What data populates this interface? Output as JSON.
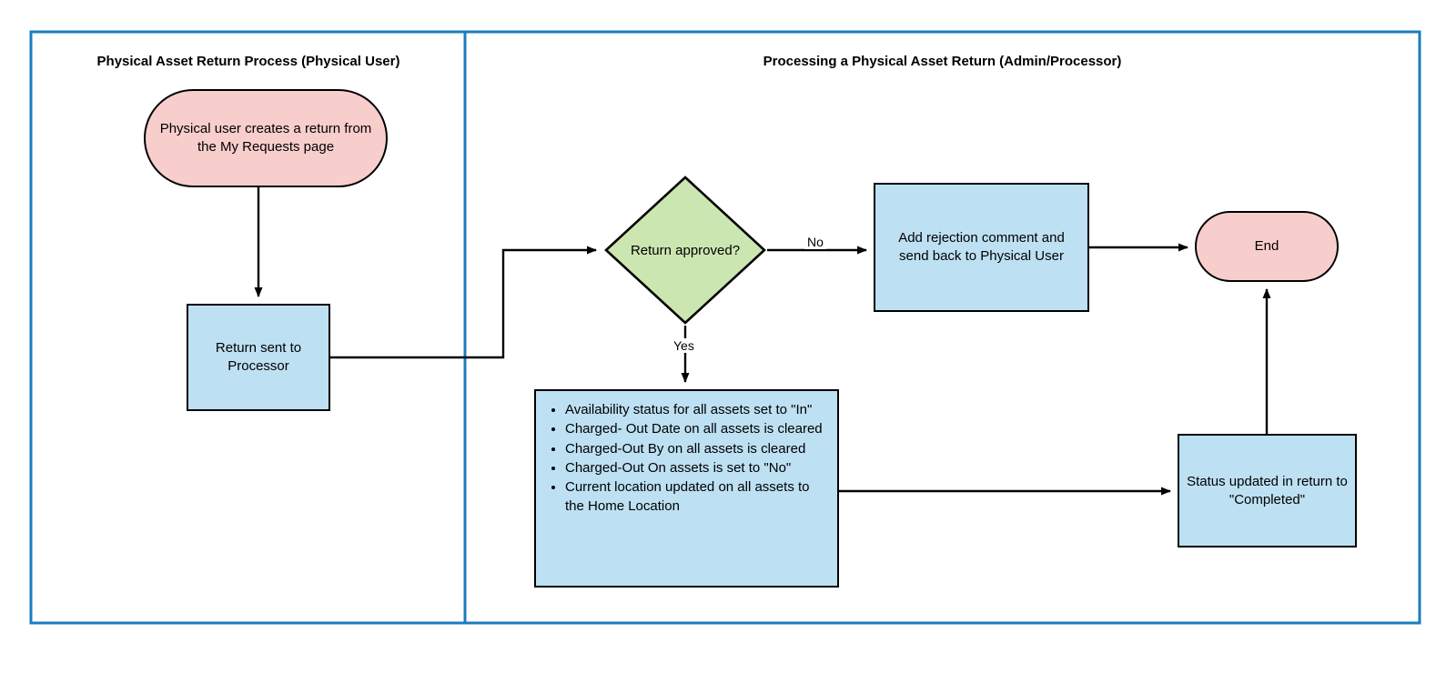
{
  "diagram": {
    "type": "flowchart",
    "title": "Physical Asset Return Process",
    "frame_color": "#1a7cc0",
    "palette": {
      "terminator_fill": "#f8cecc",
      "process_fill": "#bde0f3",
      "decision_fill": "#cbe6b0",
      "stroke": "#000000"
    },
    "lanes": [
      {
        "id": "lane-left",
        "title": "Physical Asset Return Process (Physical User)"
      },
      {
        "id": "lane-right",
        "title": "Processing a Physical Asset Return (Admin/Processor)"
      }
    ],
    "nodes": {
      "start": {
        "shape": "terminator",
        "fill": "#f8cecc",
        "text": "Physical user creates a return from the My Requests page"
      },
      "return_sent": {
        "shape": "process",
        "fill": "#bde0f3",
        "text": "Return sent to Processor"
      },
      "decision": {
        "shape": "decision",
        "fill": "#cbe6b0",
        "text": "Return approved?"
      },
      "rejection": {
        "shape": "process",
        "fill": "#bde0f3",
        "text": "Add rejection comment and send back to Physical User"
      },
      "end": {
        "shape": "terminator",
        "fill": "#f8cecc",
        "text": "End"
      },
      "actions": {
        "shape": "process",
        "fill": "#bde0f3",
        "bullets": [
          "Availability status for all assets set to \"In\"",
          "Charged- Out Date on all assets is cleared",
          "Charged-Out By on all assets is cleared",
          "Charged-Out On assets  is set to \"No\"",
          "Current location updated on all assets to the Home Location"
        ]
      },
      "status_updated": {
        "shape": "process",
        "fill": "#bde0f3",
        "text": "Status updated in return to \"Completed\""
      }
    },
    "edge_labels": {
      "no": "No",
      "yes": "Yes"
    },
    "edges": [
      {
        "from": "start",
        "to": "return_sent",
        "label": ""
      },
      {
        "from": "return_sent",
        "to": "decision",
        "label": ""
      },
      {
        "from": "decision",
        "to": "rejection",
        "label": "No"
      },
      {
        "from": "decision",
        "to": "actions",
        "label": "Yes"
      },
      {
        "from": "rejection",
        "to": "end",
        "label": ""
      },
      {
        "from": "actions",
        "to": "status_updated",
        "label": ""
      },
      {
        "from": "status_updated",
        "to": "end",
        "label": ""
      }
    ]
  }
}
